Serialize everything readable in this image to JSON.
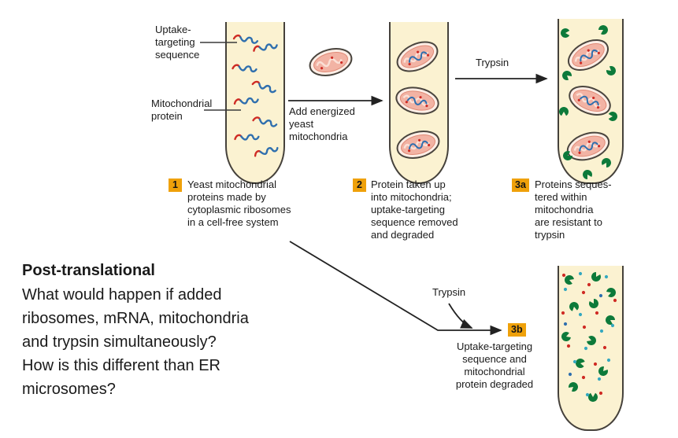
{
  "diagram": {
    "left_labels": {
      "uptake": "Uptake-\ntargeting\nsequence",
      "mito_protein": "Mitochondrial\nprotein"
    },
    "arrow_labels": {
      "add_mito": "Add energized\nyeast\nmitochondria",
      "trypsin_top": "Trypsin",
      "trypsin_bottom": "Trypsin"
    },
    "steps": [
      {
        "num": "1",
        "text": "Yeast mitochondrial\nproteins made by\ncytoplasmic ribosomes\nin a cell-free system"
      },
      {
        "num": "2",
        "text": "Protein taken up\ninto mitochondria;\nuptake-targeting\nsequence removed\nand degraded"
      },
      {
        "num": "3a",
        "text": "Proteins seques-\ntered within\nmitochondria\nare resistant to\ntrypsin"
      },
      {
        "num": "3b",
        "text": "Uptake-targeting\nsequence and\nmitochondrial\nprotein degraded"
      }
    ]
  },
  "question": {
    "title": "Post-translational",
    "body": "What would happen if added\nribosomes, mRNA, mitochondria\nand trypsin simultaneously?\nHow is this different than ER\nmicrosomes?"
  },
  "colors": {
    "step_badge": "#efa10a",
    "tube_fill": "#fbf2d1",
    "tube_outline": "#45413b",
    "protein_blue": "#2f6fae",
    "targeting_sequence_red": "#cf2b24",
    "trypsin_green": "#0d7a3a",
    "mitochondrion_pink": "#f2b3a4"
  }
}
